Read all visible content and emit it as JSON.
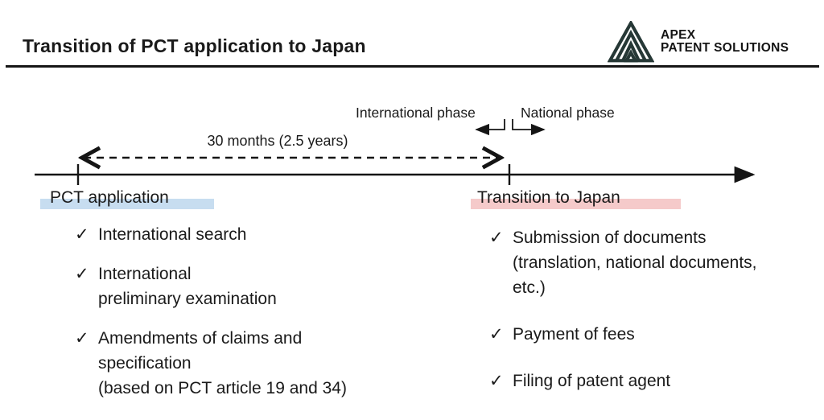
{
  "slide": {
    "title": "Transition of PCT application to Japan"
  },
  "logo": {
    "name_line1": "APEX",
    "name_line2": "PATENT SOLUTIONS",
    "icon": "mountain-chevrons-icon",
    "icon_color": "#263836"
  },
  "timeline": {
    "international_phase_label": "International phase",
    "national_phase_label": "National phase",
    "duration_label": "30 months (2.5 years)",
    "start_milestone": {
      "label": "PCT application",
      "highlight_color": "#c7ddf0"
    },
    "end_milestone": {
      "label": "Transition to Japan",
      "highlight_color": "#f5caca"
    }
  },
  "checklists": {
    "check_glyph": "✓",
    "left_items": [
      "International search",
      "International\npreliminary examination",
      "Amendments of claims and\nspecification\n(based on PCT article 19 and 34)"
    ],
    "right_items": [
      "Submission of documents\n(translation, national documents,\netc.)",
      "Payment of fees",
      "Filing of patent agent"
    ]
  }
}
